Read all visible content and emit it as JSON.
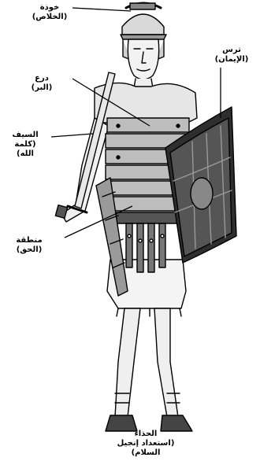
{
  "labels": {
    "helmet": {
      "name": "خوذة",
      "meaning": "(الخلاص)"
    },
    "shield": {
      "name": "ترس",
      "meaning": "(الإيمان)"
    },
    "breastplate": {
      "name": "درع",
      "meaning": "(البر)"
    },
    "sword": {
      "name": "السيف",
      "meaning": "(كلمة",
      "meaning2": "الله)"
    },
    "belt": {
      "name": "منطقة",
      "meaning": "(الحق)"
    },
    "shoes": {
      "name": "الحذاء",
      "meaning": "(استعداد إنجيل",
      "meaning2": "السلام)"
    }
  },
  "colors": {
    "ink": "#000000",
    "paper": "#ffffff",
    "shade": "#3a3a3a"
  }
}
